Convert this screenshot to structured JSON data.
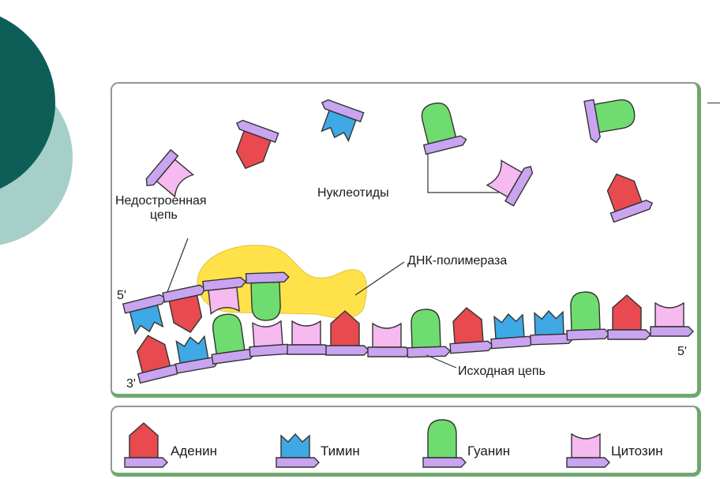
{
  "labels": {
    "incomplete_chain": "Недостроенная\nцепь",
    "nucleotides": "Нуклеотиды",
    "polymerase": "ДНК-полимераза",
    "template_chain": "Исходная цепь",
    "end_5_top": "5'",
    "end_3_bottom": "3'",
    "end_5_right": "5'"
  },
  "legend": [
    {
      "name": "Аденин",
      "color": "#e84a4f"
    },
    {
      "name": "Тимин",
      "color": "#3fa9e6"
    },
    {
      "name": "Гуанин",
      "color": "#6fdc6f"
    },
    {
      "name": "Цитозин",
      "color": "#f6b9f0"
    }
  ],
  "colors": {
    "backbone": "#c9a4f0",
    "polymerase": "#ffe24a",
    "slide_dark": "#0e5e58",
    "slide_light": "#a6cfc9"
  }
}
